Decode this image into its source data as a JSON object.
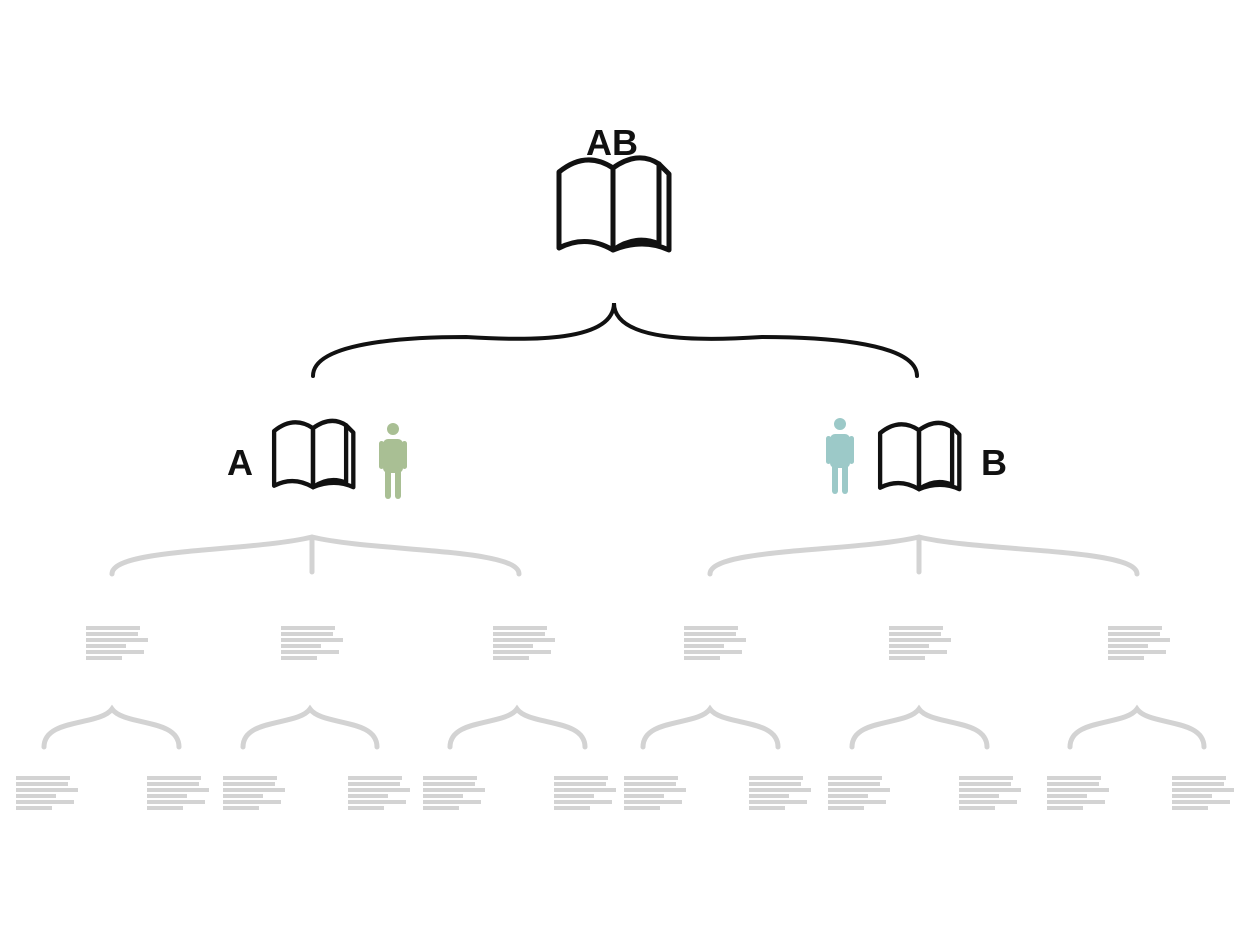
{
  "labels": {
    "root": "AB",
    "left": "A",
    "right": "B"
  },
  "colors": {
    "background": "#ffffff",
    "ink": "#111111",
    "faded": "#d3d3d3",
    "person_left": "#a9bf94",
    "person_right": "#9cc9c8"
  },
  "icons": {
    "root": "book-icon",
    "left": [
      "book-icon",
      "person-icon"
    ],
    "right": [
      "person-icon",
      "book-icon"
    ],
    "leaf": "text-lines-icon"
  }
}
